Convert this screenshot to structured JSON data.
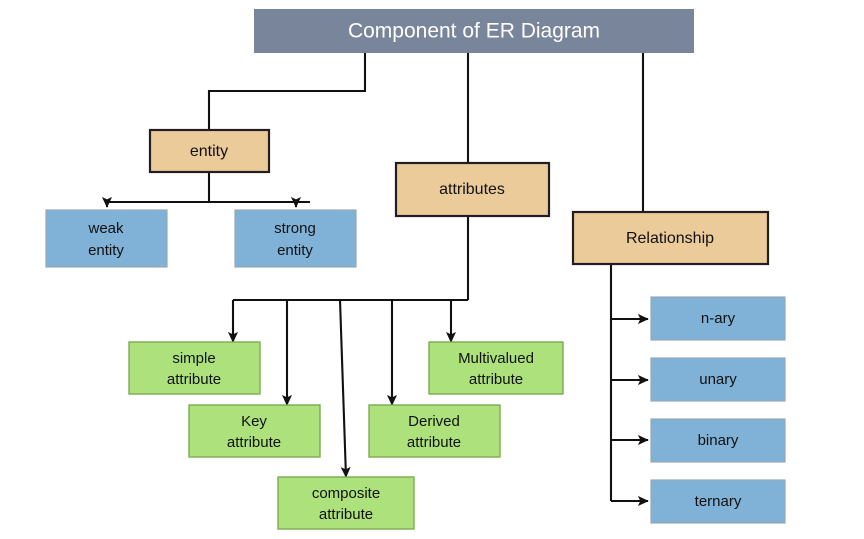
{
  "diagram": {
    "title_node": {
      "label": "Component of ER Diagram",
      "fill": "#78859b",
      "text_color": "#ffffff"
    },
    "palette": {
      "tan": "#ebcb9a",
      "blue": "#7fb2d6",
      "green": "#ade17c",
      "title_gray": "#78859b",
      "line": "#111111",
      "background": "#ffffff"
    },
    "level1": [
      {
        "id": "entity",
        "label": "entity",
        "fill": "#ebcb9a"
      },
      {
        "id": "attributes",
        "label": "attributes",
        "fill": "#ebcb9a"
      },
      {
        "id": "relationship",
        "label": "Relationship",
        "fill": "#ebcb9a"
      }
    ],
    "entity_children": [
      {
        "id": "weak-entity",
        "line1": "weak",
        "line2": "entity",
        "fill": "#7fb2d6"
      },
      {
        "id": "strong-entity",
        "line1": "strong",
        "line2": "entity",
        "fill": "#7fb2d6"
      }
    ],
    "attribute_children": [
      {
        "id": "simple-attribute",
        "line1": "simple",
        "line2": "attribute",
        "fill": "#ade17c"
      },
      {
        "id": "key-attribute",
        "line1": "Key",
        "line2": "attribute",
        "fill": "#ade17c"
      },
      {
        "id": "composite-attribute",
        "line1": "composite",
        "line2": "attribute",
        "fill": "#ade17c"
      },
      {
        "id": "derived-attribute",
        "line1": "Derived",
        "line2": "attribute",
        "fill": "#ade17c"
      },
      {
        "id": "multivalued-attribute",
        "line1": "Multivalued",
        "line2": "attribute",
        "fill": "#ade17c"
      }
    ],
    "relationship_children": [
      {
        "id": "n-ary",
        "label": "n-ary",
        "fill": "#7fb2d6"
      },
      {
        "id": "unary",
        "label": "unary",
        "fill": "#7fb2d6"
      },
      {
        "id": "binary",
        "label": "binary",
        "fill": "#7fb2d6"
      },
      {
        "id": "ternary",
        "label": "ternary",
        "fill": "#7fb2d6"
      }
    ]
  }
}
